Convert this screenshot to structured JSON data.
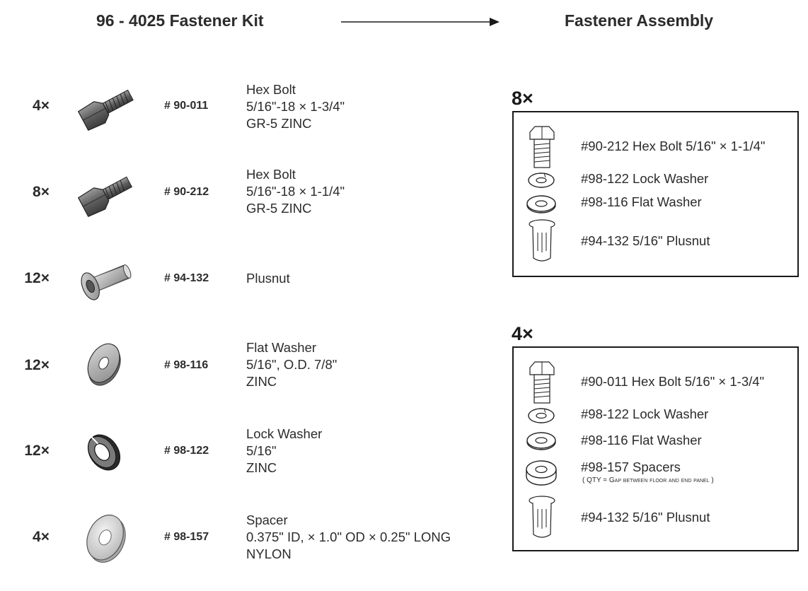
{
  "header": {
    "kit_title": "96 - 4025 Fastener Kit",
    "assembly_title": "Fastener Assembly"
  },
  "kit": [
    {
      "qty": "4×",
      "part": "# 90-011",
      "lines": [
        "Hex Bolt",
        "5/16\"-18 × 1-3/4\"",
        "GR-5 ZINC"
      ],
      "icon": "hex-bolt-icon"
    },
    {
      "qty": "8×",
      "part": "# 90-212",
      "lines": [
        "Hex Bolt",
        "5/16\"-18 × 1-1/4\"",
        "GR-5 ZINC"
      ],
      "icon": "hex-bolt-icon"
    },
    {
      "qty": "12×",
      "part": "# 94-132",
      "lines": [
        "Plusnut"
      ],
      "icon": "plusnut-icon"
    },
    {
      "qty": "12×",
      "part": "# 98-116",
      "lines": [
        "Flat Washer",
        "5/16\", O.D. 7/8\"",
        "ZINC"
      ],
      "icon": "flat-washer-icon"
    },
    {
      "qty": "12×",
      "part": "# 98-122",
      "lines": [
        "Lock Washer",
        "5/16\"",
        "ZINC"
      ],
      "icon": "lock-washer-icon"
    },
    {
      "qty": "4×",
      "part": "# 98-157",
      "lines": [
        "Spacer",
        "0.375\" ID, × 1.0\" OD × 0.25\" LONG",
        "NYLON"
      ],
      "icon": "spacer-icon"
    }
  ],
  "assemblies": [
    {
      "qty": "8×",
      "items": [
        "#90-212 Hex Bolt 5/16\" × 1-1/4\"",
        "#98-122 Lock Washer",
        "#98-116 Flat Washer",
        "#94-132 5/16\" Plusnut"
      ]
    },
    {
      "qty": "4×",
      "items": [
        "#90-011 Hex Bolt 5/16\" × 1-3/4\"",
        "#98-122 Lock Washer",
        "#98-116 Flat Washer",
        "#98-157 Spacers",
        "#94-132 5/16\" Plusnut"
      ],
      "note": "( QTY = Gap between floor and end panel )"
    }
  ]
}
